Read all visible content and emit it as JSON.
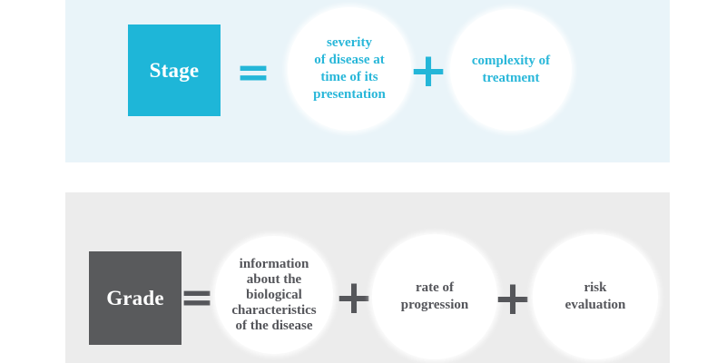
{
  "figure": {
    "stage": {
      "label": "Stage",
      "equals_symbol": "=",
      "plus_symbol": "+",
      "terms": [
        "severity\nof disease at\ntime of its\npresentation",
        "complexity of\ntreatment"
      ]
    },
    "grade": {
      "label": "Grade",
      "equals_symbol": "=",
      "plus_symbol": "+",
      "terms": [
        "information\nabout the\nbiological\ncharacteristics\nof the disease",
        "rate of\nprogression",
        "risk\nevaluation"
      ]
    }
  },
  "colors": {
    "stage_band_background": "#e9f4f9",
    "stage_square": "#1eb6d8",
    "stage_text": "#29b7d9",
    "grade_band_background": "#ececec",
    "grade_square": "#595a5c",
    "grade_text": "#54555a",
    "circle_fill": "#ffffff",
    "page_background": "#ffffff"
  }
}
